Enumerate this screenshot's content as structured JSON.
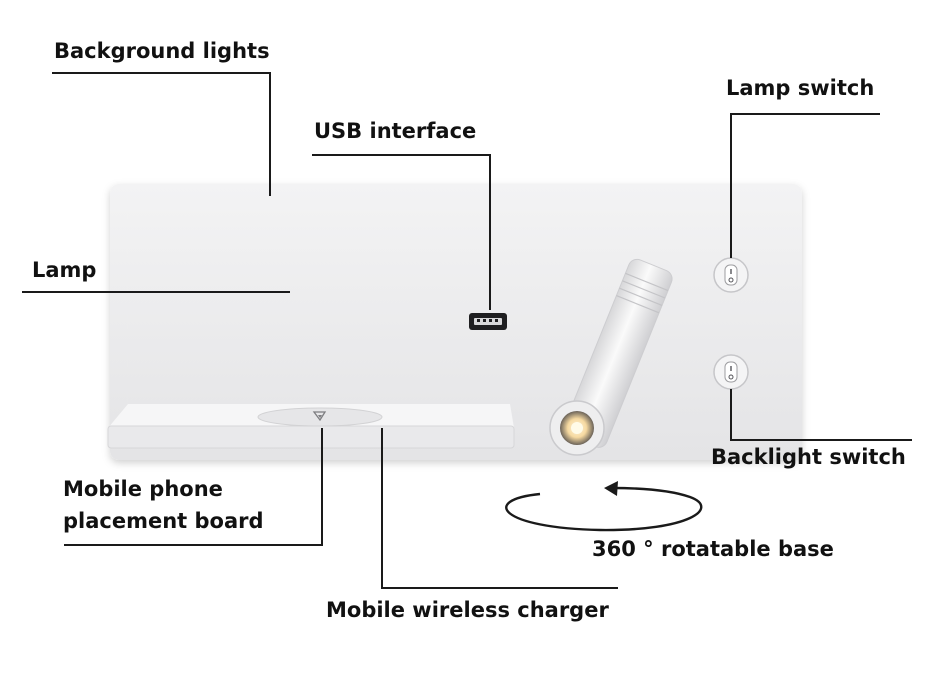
{
  "labels": {
    "background_lights": "Background lights",
    "usb_interface": "USB interface",
    "lamp_switch": "Lamp switch",
    "lamp": "Lamp",
    "backlight_switch": "Backlight switch",
    "phone_board_line1": "Mobile phone",
    "phone_board_line2": "placement board",
    "rotatable_base": "360 ° rotatable base",
    "wireless_charger": "Mobile wireless charger"
  },
  "colors": {
    "panel": "#ececed",
    "leader_line": "#1a1a1a",
    "lamp_glow": "#f6d9a0"
  },
  "icons": {
    "wireless_charger": "wireless-charge-icon",
    "switch": "rocker-switch-icon",
    "usb": "usb-port-icon"
  }
}
